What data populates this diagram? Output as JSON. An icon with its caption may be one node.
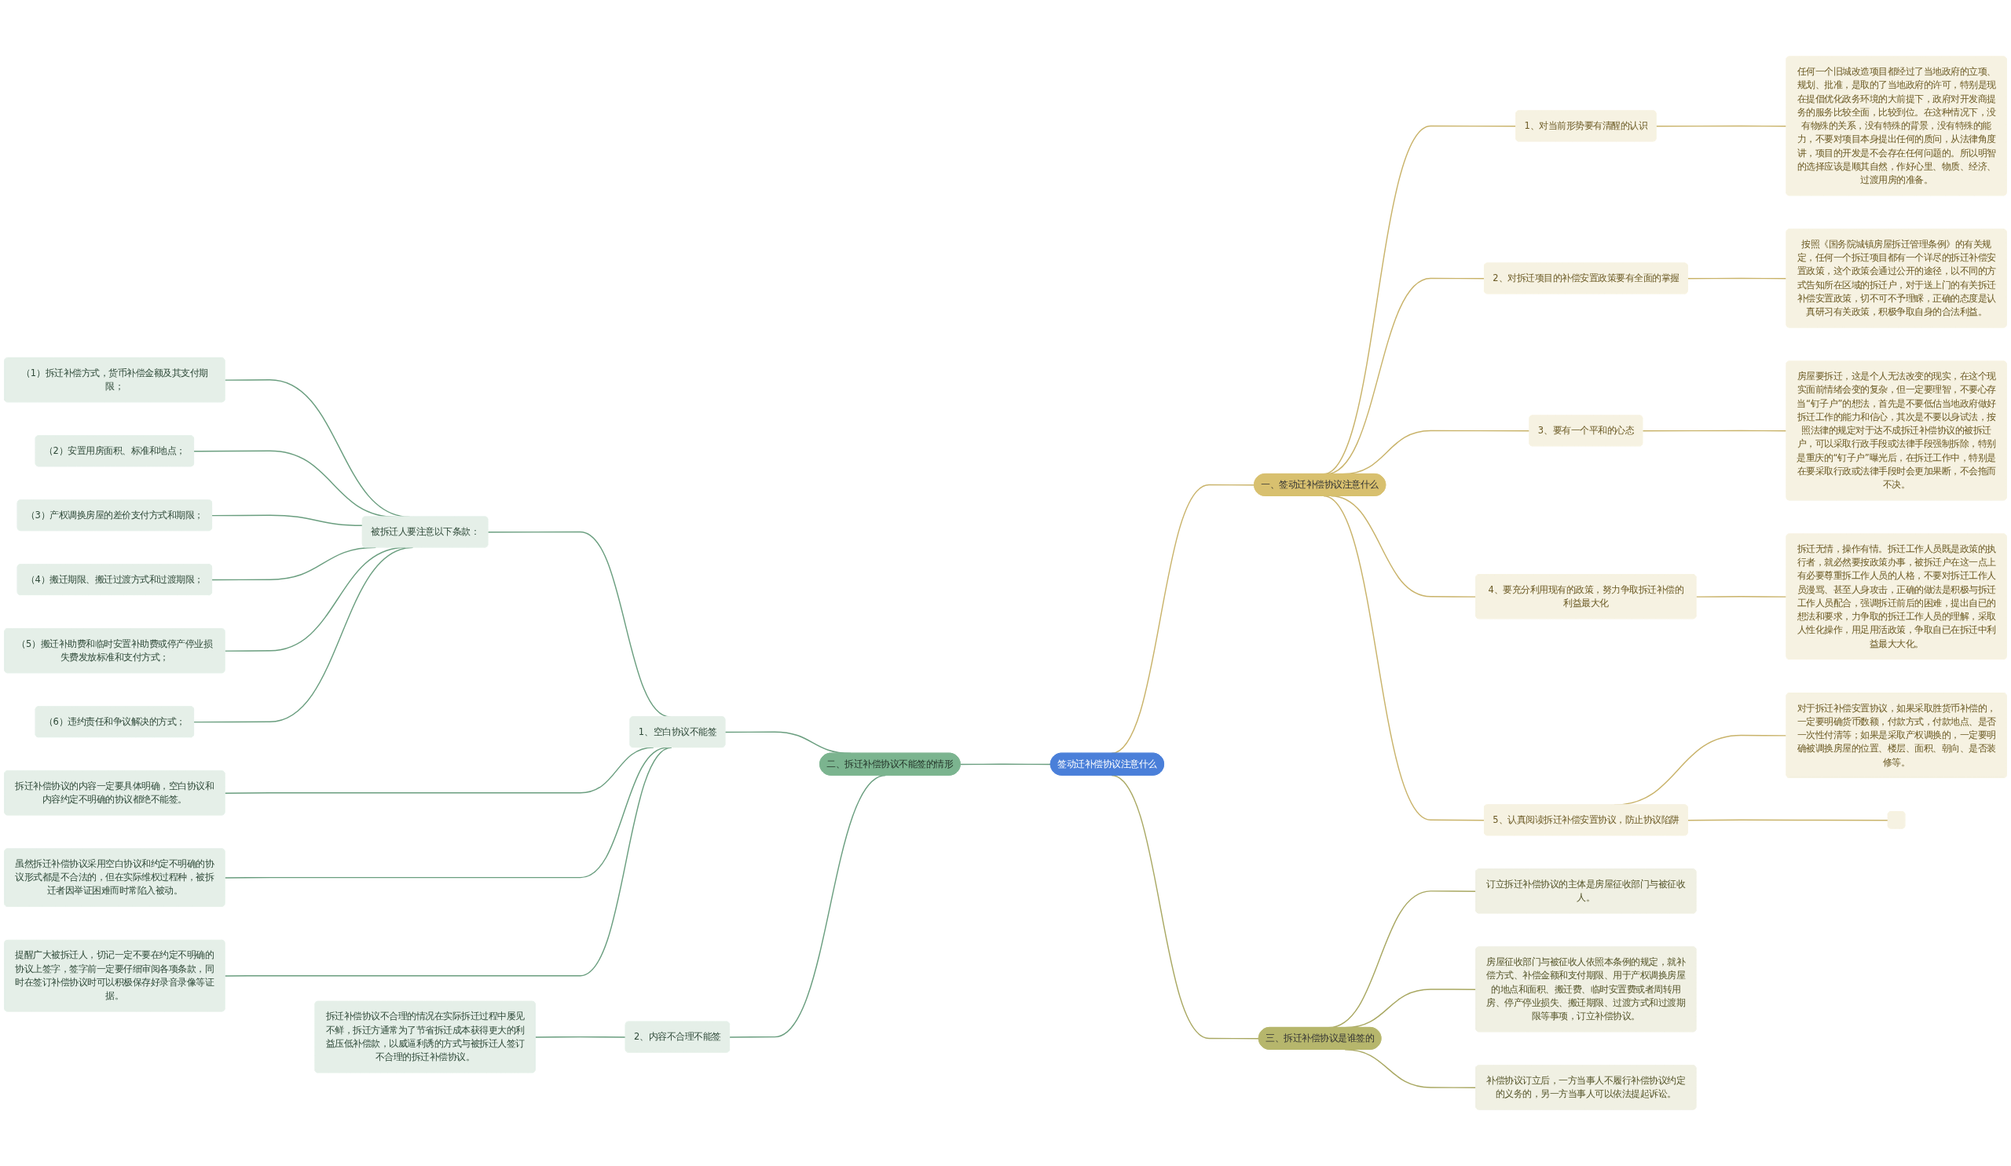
{
  "diagram": {
    "nodes": [
      {
        "text": [
          "签动迁补偿协议注意什么"
        ]
      },
      {
        "text": [
          "一、签动迁补偿协议注意什么"
        ]
      },
      {
        "text": [
          "1、对当前形势要有清醒的认识"
        ]
      },
      {
        "text": [
          "任何一个旧城改造项目都经过了当地政府的立项、规划、批准，是取的了当地政府的许可，特别是现在提倡优化政务环境的大前提下，政府对开发商提务的服务比较全面，比较到位。在这种情况下，没有物殊的关系，没有特殊的背景，没有特殊的能力，不要对项目本身提出任何的质问，从法律角度讲，项目的开发是不会存在任何问题的。所以明智的选择应该是顺其自然，作好心里、物质、经济、过渡用房的准备。"
        ]
      },
      {
        "text": [
          "2、对拆迁项目的补偿安置政策要有全面的掌握"
        ]
      },
      {
        "text": [
          "按照《国务院城镇房屋拆迁管理条例》的有关规定，任何一个拆迁项目都有一个详尽的拆迁补偿安置政策，这个政策会通过公开的途径，以不同的方式告知所在区域的拆迁户，对于送上门的有关拆迁补偿安置政策，切不可不予理睬，正确的态度是认真研习有关政策，积极争取自身的合法利益。"
        ]
      },
      {
        "text": [
          "3、要有一个平和的心态"
        ]
      },
      {
        "text": [
          "房屋要拆迁，这是个人无法改变的现实，在这个现实面前情绪会变的复杂，但一定要理智，不要心存当“钉子户”的想法，首先是不要低估当地政府做好拆迁工作的能力和信心，其次是不要以身试法，按照法律的规定对于达不成拆迁补偿协议的被拆迁户，可以采取行政手段或法律手段强制拆除，特别是重庆的“钉子户”曝光后，在拆迁工作中，特别是在要采取行政或法律手段时会更加果断，不会拖而不决。"
        ]
      },
      {
        "text": [
          "4、要充分利用现有的政策，努力争取拆迁补偿的利益最大化"
        ]
      },
      {
        "text": [
          "拆迁无情，操作有情。拆迁工作人员既是政策的执行者，就必然要按政策办事，被拆迁户在这一点上有必要尊重拆工作人员的人格，不要对拆迁工作人员漫骂、甚至人身攻击，正确的做法是积极与拆迁工作人员配合，强调拆迁前后的困难，提出自已的想法和要求，力争取的拆迁工作人员的理解，采取人性化操作，用足用活政策，争取自已在拆迁中利益最大大化。"
        ]
      },
      {
        "text": [
          "5、认真阅读拆迁补偿安置协议，防止协议陷阱"
        ]
      },
      {
        "text": [
          "对于拆迁补偿安置协议，如果采取胜货币补偿的，一定要明确货币数额，付款方式，付款地点、是否一次性付清等；如果是采取产权调换的，一定要明确被调换房屋的位置、楼层、面积、朝向、是否装修等。"
        ]
      },
      {
        "text": [],
        "shape": "box"
      },
      {
        "text": [
          "二、拆迁补偿协议不能签的情形"
        ]
      },
      {
        "text": [
          "1、空白协议不能签"
        ]
      },
      {
        "text": [
          "被拆迁人要注意以下条款："
        ]
      },
      {
        "text": [
          "（1）拆迁补偿方式，货币补偿金额及其支付期限；"
        ]
      },
      {
        "text": [
          "（2）安置用房面积、标准和地点；"
        ]
      },
      {
        "text": [
          "（3）产权调换房屋的差价支付方式和期限；"
        ]
      },
      {
        "text": [
          "（4）搬迁期限、搬迁过渡方式和过渡期限；"
        ]
      },
      {
        "text": [
          "（5）搬迁补助费和临时安置补助费或停产停业损失费发放标准和支付方式；"
        ]
      },
      {
        "text": [
          "（6）违约责任和争议解决的方式；"
        ]
      },
      {
        "text": [
          "拆迁补偿协议的内容一定要具体明确，空白协议和内容约定不明确的协议都绝不能签。"
        ]
      },
      {
        "text": [
          "虽然拆迁补偿协议采用空白协议和约定不明确的协议形式都是不合法的，但在实际维权过程种，被拆迁者因举证困难而时常陷入被动。"
        ]
      },
      {
        "text": [
          "提醒广大被拆迁人，切记一定不要在约定不明确的协议上签字，签字前一定要仔细审阅各项条款，同时在签订补偿协议时可以积极保存好录音录像等证据。"
        ]
      },
      {
        "text": [
          "2、内容不合理不能签"
        ]
      },
      {
        "text": [
          "拆迁补偿协议不合理的情况在实际拆迁过程中屡见不鲜，拆迁方通常为了节省拆迁成本获得更大的利益压低补偿款，以威逼利诱的方式与被拆迁人签订不合理的拆迁补偿协议。"
        ]
      },
      {
        "text": [
          "三、拆迁补偿协议是谁签的"
        ]
      },
      {
        "text": [
          "订立拆迁补偿协议的主体是房屋征收部门与被征收人。"
        ]
      },
      {
        "text": [
          "房屋征收部门与被征收人依照本条例的规定，就补偿方式、补偿金额和支付期限、用于产权调换房屋的地点和面积、搬迁费、临时安置费或者周转用房、停产停业损失、搬迁期限、过渡方式和过渡期限等事项，订立补偿协议。"
        ]
      },
      {
        "text": [
          "补偿协议订立后，一方当事人不履行补偿协议约定的义务的，另一方当事人可以依法提起诉讼。"
        ]
      }
    ],
    "edges": [
      {
        "from": 0,
        "to": 1,
        "arrow": "none",
        "color": "#c9b36a"
      },
      {
        "from": 1,
        "to": 2,
        "arrow": "none",
        "color": "#c9b36a"
      },
      {
        "from": 2,
        "to": 3,
        "arrow": "none",
        "color": "#c9b36a"
      },
      {
        "from": 1,
        "to": 4,
        "arrow": "none",
        "color": "#c9b36a"
      },
      {
        "from": 4,
        "to": 5,
        "arrow": "none",
        "color": "#c9b36a"
      },
      {
        "from": 1,
        "to": 6,
        "arrow": "none",
        "color": "#c9b36a"
      },
      {
        "from": 6,
        "to": 7,
        "arrow": "none",
        "color": "#c9b36a"
      },
      {
        "from": 1,
        "to": 8,
        "arrow": "none",
        "color": "#c9b36a"
      },
      {
        "from": 8,
        "to": 9,
        "arrow": "none",
        "color": "#c9b36a"
      },
      {
        "from": 1,
        "to": 10,
        "arrow": "none",
        "color": "#c9b36a"
      },
      {
        "from": 10,
        "to": 11,
        "arrow": "none",
        "color": "#c9b36a"
      },
      {
        "from": 10,
        "to": 12,
        "arrow": "none",
        "color": "#c9b36a"
      },
      {
        "from": 0,
        "to": 13,
        "arrow": "none"
      },
      {
        "from": 13,
        "to": 14,
        "arrow": "none"
      },
      {
        "from": 14,
        "to": 15,
        "arrow": "none"
      },
      {
        "from": 15,
        "to": 16,
        "arrow": "none"
      },
      {
        "from": 15,
        "to": 17,
        "arrow": "none"
      },
      {
        "from": 15,
        "to": 18,
        "arrow": "none"
      },
      {
        "from": 15,
        "to": 19,
        "arrow": "none"
      },
      {
        "from": 15,
        "to": 20,
        "arrow": "none"
      },
      {
        "from": 15,
        "to": 21,
        "arrow": "none"
      },
      {
        "from": 14,
        "to": 22,
        "arrow": "none"
      },
      {
        "from": 14,
        "to": 23,
        "arrow": "none"
      },
      {
        "from": 14,
        "to": 24,
        "arrow": "none"
      },
      {
        "from": 13,
        "to": 25,
        "arrow": "none"
      },
      {
        "from": 25,
        "to": 26,
        "arrow": "none"
      },
      {
        "from": 0,
        "to": 27,
        "arrow": "none",
        "color": "#a9a862"
      },
      {
        "from": 27,
        "to": 28,
        "arrow": "none",
        "color": "#a9a862"
      },
      {
        "from": 27,
        "to": 29,
        "arrow": "none",
        "color": "#a9a862"
      },
      {
        "from": 27,
        "to": 30,
        "arrow": "none",
        "color": "#a9a862"
      }
    ]
  }
}
